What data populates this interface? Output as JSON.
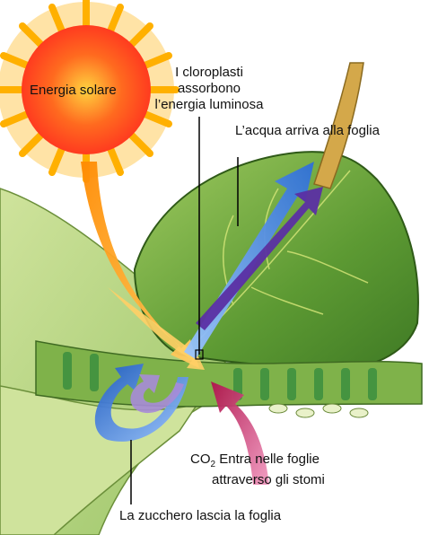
{
  "labels": {
    "solar_energy": "Energia solare",
    "chloroplasts_line1": "I cloroplasti",
    "chloroplasts_line2": "assorbono",
    "chloroplasts_line3": "l’energia luminosa",
    "water": "L’acqua arriva alla foglia",
    "co2_formula": "CO",
    "co2_subscript": "2",
    "co2_line1": "Entra nelle foglie",
    "co2_line2": "attraverso gli stomi",
    "sugar": "La zucchero lascia la foglia"
  },
  "colors": {
    "sun_core": "#ff3b1f",
    "sun_rays": "#ffb000",
    "leaf_light": "#b9d77a",
    "leaf_dark": "#4f8a2a",
    "light_arrow": "#f7a21b",
    "water_arrow": "#3f7fd8",
    "co2_arrow": "#c2185b",
    "sugar_arrow": "#2f6fd0",
    "purple_arrow": "#6a3db0"
  }
}
